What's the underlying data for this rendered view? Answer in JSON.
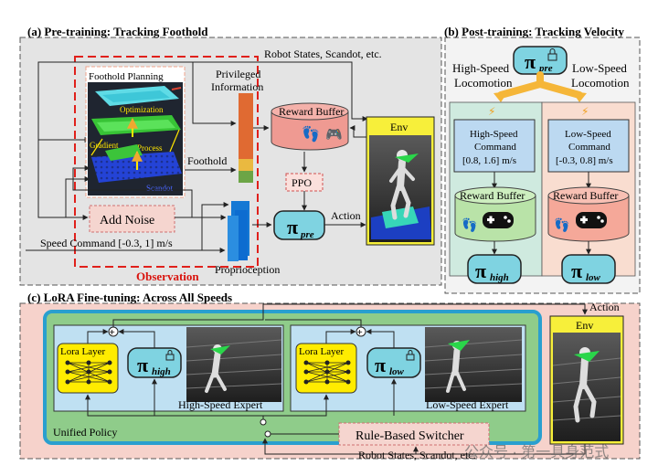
{
  "panel_a": {
    "title": "(a) Pre-training: Tracking Foothold",
    "robot_states": "Robot States, Scandot, etc.",
    "foothold_planning": "Foothold Planning",
    "optimization": "Optimization",
    "gradient": "Gradient",
    "process": "Process",
    "scandot": "Scandot",
    "foothold": "Foothold",
    "privileged_line1": "Privileged",
    "privileged_line2": "Information",
    "reward_buffer": "Reward Buffer",
    "ppo": "PPO",
    "env": "Env",
    "action": "Action",
    "add_noise": "Add Noise",
    "speed_command": "Speed Command [-0.3, 1] m/s",
    "proprioception": "Proprioception",
    "observation": "Observation",
    "policy": "π",
    "policy_sub": "pre"
  },
  "panel_b": {
    "title": "(b) Post-training: Tracking Velocity",
    "policy": "π",
    "policy_sub": "pre",
    "high_speed_line1": "High-Speed",
    "high_speed_line2": "Locomotion",
    "low_speed_line1": "Low-Speed",
    "low_speed_line2": "Locomotion",
    "high_cmd_line1": "High-Speed",
    "high_cmd_line2": "Command",
    "high_cmd_line3": "[0.8, 1.6] m/s",
    "low_cmd_line1": "Low-Speed",
    "low_cmd_line2": "Command",
    "low_cmd_line3": "[-0.3, 0.8] m/s",
    "reward_buffer": "Reward Buffer",
    "pi_high_sub": "high",
    "pi_low_sub": "low"
  },
  "panel_c": {
    "title": "(c) LoRA Fine-tuning: Across All Speeds",
    "action": "Action",
    "env": "Env",
    "lora_layer": "Lora Layer",
    "pi_high_sub": "high",
    "pi_low_sub": "low",
    "high_expert": "High-Speed Expert",
    "low_expert": "Low-Speed Expert",
    "unified_policy": "Unified Policy",
    "switcher": "Rule-Based Switcher",
    "robot_states": "Robot States, Scandot, etc.",
    "plus": "+"
  },
  "watermark": "公众号 · 第一具身范式",
  "colors": {
    "panel_a_bg": "#e4e4e4",
    "panel_b_bg": "#f3f3f3",
    "panel_c_bg": "#f6d2cb",
    "unified_bg": "#8fcc8a",
    "policy_fill": "#7fd3e1",
    "reward_red": "#ef9a92",
    "reward_green": "#b9e3a8",
    "lora_yellow": "#ffec00",
    "env_yellow": "#f7ef3a",
    "observation_red": "#e0201b",
    "command_blue": "#bcd9f1"
  }
}
